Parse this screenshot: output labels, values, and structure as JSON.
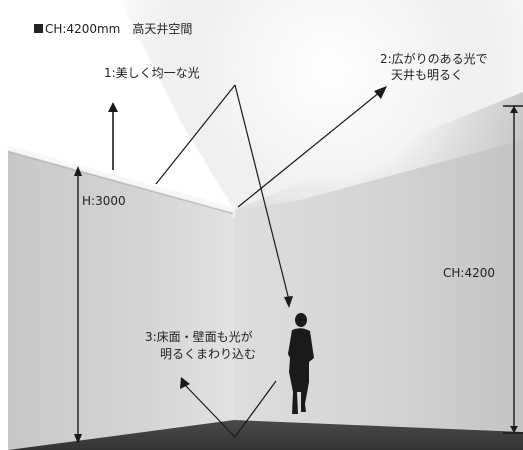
{
  "title": "CH:4200mm　高天井空間",
  "callouts": {
    "c1": "1:美しく均一な光",
    "c2_line1": "2:広がりのある光で",
    "c2_line2": "天井も明るく",
    "c3_line1": "3:床面・壁面も光が",
    "c3_line2": "明るくまわり込む"
  },
  "dimensions": {
    "h": "H:3000",
    "ch": "CH:4200"
  },
  "colors": {
    "text": "#222222",
    "lines": "#1a1a1a",
    "floor": "#3e3e3e",
    "wall_left": "#d2d2d2",
    "wall_right": "#cecece",
    "glow": "#ffffff"
  }
}
